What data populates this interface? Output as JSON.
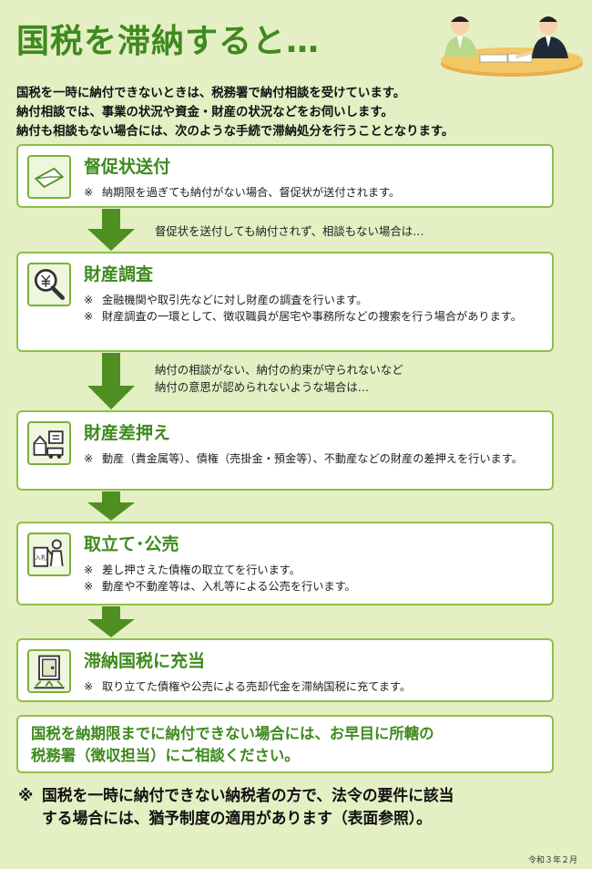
{
  "title": "国税を滞納すると…",
  "intro": [
    "国税を一時に納付できないときは、税務署で納付相談を受けています。",
    "納付相談では、事業の状況や資金・財産の状況などをお伺いします。",
    "納付も相談もない場合には、次のような手続で滞納処分を行うこととなります。"
  ],
  "note_mark": "※",
  "steps": [
    {
      "title": "督促状送付",
      "icon": "envelope-icon",
      "notes": [
        "納期限を過ぎても納付がない場合、督促状が送付されます。"
      ]
    },
    {
      "title": "財産調査",
      "icon": "magnifier-yen-icon",
      "notes": [
        "金融機関や取引先などに対し財産の調査を行います。",
        "財産調査の一環として、徴収職員が居宅や事務所などの捜索を行う場合があります。"
      ]
    },
    {
      "title": "財産差押え",
      "icon": "seizure-icon",
      "notes": [
        "動産（貴金属等）、債権（売掛金・預金等）、不動産などの財産の差押えを行います。"
      ]
    },
    {
      "title": "取立て･公売",
      "icon": "auction-ballot-icon",
      "icon_text": "入札",
      "notes": [
        "差し押さえた債権の取立てを行います。",
        "動産や不動産等は、入札等による公売を行います。"
      ]
    },
    {
      "title": "滞納国税に充当",
      "icon": "safe-icon",
      "notes": [
        "取り立てた債権や公売による売却代金を滞納国税に充てます。"
      ]
    }
  ],
  "connectors": {
    "after_step1": [
      "督促状を送付しても納付されず、相談もない場合は…"
    ],
    "after_step2": [
      "納付の相談がない、納付の約束が守られないなど",
      "納付の意思が認められないような場合は…"
    ]
  },
  "advice": [
    "国税を納期限までに納付できない場合には、お早目に所轄の",
    "税務署（徴収担当）にご相談ください。"
  ],
  "deferral": {
    "mark": "※",
    "lines": [
      "国税を一時に納付できない納税者の方で、法令の要件に該当",
      "する場合には、猶予制度の適用があります（表面参照）。"
    ]
  },
  "footer_date": "令和３年２月",
  "colors": {
    "background": "#e4efc4",
    "accent_green": "#3e8a1e",
    "border_green": "#8fbf4a",
    "arrow_green": "#4f8f21"
  }
}
